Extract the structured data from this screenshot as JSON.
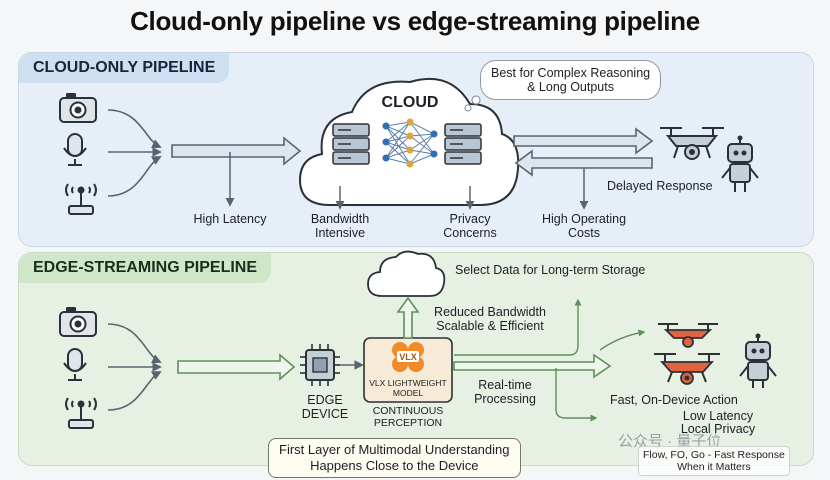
{
  "title": "Cloud-only pipeline vs edge-streaming pipeline",
  "cloud_panel": {
    "label": "CLOUD-ONLY PIPELINE",
    "cloud_label": "CLOUD",
    "bubble_line1": "Best for Complex Reasoning",
    "bubble_line2": "& Long Outputs",
    "high_latency": "High Latency",
    "bandwidth_line1": "Bandwidth",
    "bandwidth_line2": "Intensive",
    "privacy_line1": "Privacy",
    "privacy_line2": "Concerns",
    "cost_line1": "High Operating",
    "cost_line2": "Costs",
    "delayed": "Delayed Response"
  },
  "edge_panel": {
    "label": "EDGE-STREAMING PIPELINE",
    "storage": "Select Data for Long-term Storage",
    "reduced_line1": "Reduced Bandwidth",
    "reduced_line2": "Scalable & Efficient",
    "edge_device_line1": "EDGE",
    "edge_device_line2": "DEVICE",
    "vlx_badge": "VLX",
    "vlx_line1": "VLX LIGHTWEIGHT",
    "vlx_line2": "MODEL",
    "continuous_line1": "CONTINUOUS",
    "continuous_line2": "PERCEPTION",
    "realtime_line1": "Real-time",
    "realtime_line2": "Processing",
    "fast_action": "Fast, On-Device Action",
    "low_latency": "Low Latency",
    "local_privacy": "Local Privacy",
    "callout_line1": "First Layer of Multimodal Understanding",
    "callout_line2": "Happens Close to the Device"
  },
  "watermark": {
    "text": "公众号 · 量子位",
    "box_line1": "Flow, FO, Go - Fast Response",
    "box_line2": "When it Matters"
  },
  "colors": {
    "cloud_panel_bg": "#e6eff7",
    "edge_panel_bg": "#e6f1e3",
    "arrow": "#5a6470",
    "edge_arrow": "#5f8f5a",
    "drone_red": "#e2643f",
    "vlx_orange": "#f08a2a"
  }
}
